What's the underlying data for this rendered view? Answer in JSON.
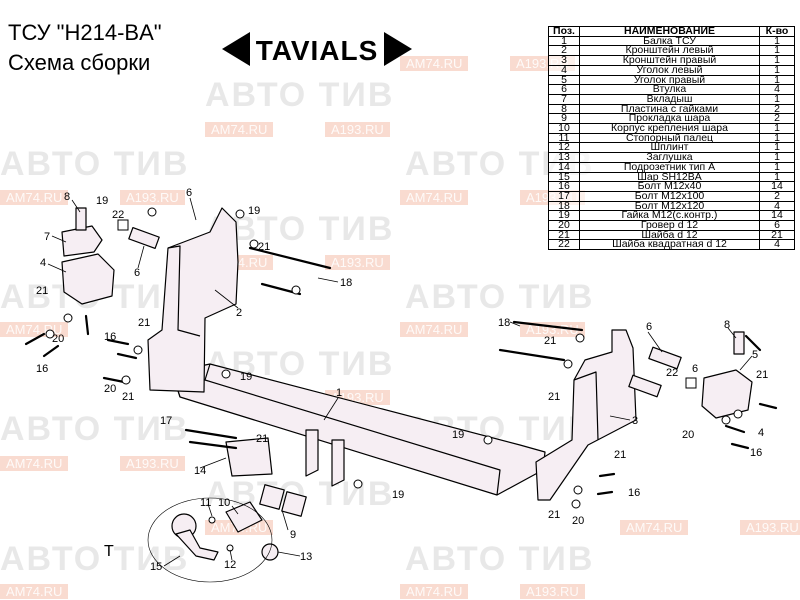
{
  "header": {
    "title": "ТСУ  \"H214-BA\"",
    "subtitle": "Схема сборки",
    "logo_text": "TAVIALS"
  },
  "watermark": {
    "brand": "АВТО ТИВ",
    "sub_labels": [
      "AM74.RU",
      "A193.RU"
    ]
  },
  "parts_table": {
    "headers": [
      "Поз.",
      "НАИМЕНОВАНИЕ",
      "К-во"
    ],
    "rows": [
      {
        "pos": "1",
        "name": "Балка ТСУ",
        "qty": "1"
      },
      {
        "pos": "2",
        "name": "Кронштейн левый",
        "qty": "1"
      },
      {
        "pos": "3",
        "name": "Кронштейн правый",
        "qty": "1"
      },
      {
        "pos": "4",
        "name": "Уголок левый",
        "qty": "1"
      },
      {
        "pos": "5",
        "name": "Уголок правый",
        "qty": "1"
      },
      {
        "pos": "6",
        "name": "Втулка",
        "qty": "4"
      },
      {
        "pos": "7",
        "name": "Вкладыш",
        "qty": "1"
      },
      {
        "pos": "8",
        "name": "Пластина с гайками",
        "qty": "2"
      },
      {
        "pos": "9",
        "name": "Прокладка шара",
        "qty": "2"
      },
      {
        "pos": "10",
        "name": "Корпус крепления шара",
        "qty": "1"
      },
      {
        "pos": "11",
        "name": "Стопорный палец",
        "qty": "1"
      },
      {
        "pos": "12",
        "name": "Шплинт",
        "qty": "1"
      },
      {
        "pos": "13",
        "name": "Заглушка",
        "qty": "1"
      },
      {
        "pos": "14",
        "name": "Подрозетник тип А",
        "qty": "1"
      },
      {
        "pos": "15",
        "name": "Шар SH12BA",
        "qty": "1"
      },
      {
        "pos": "16",
        "name": "Болт M12x40",
        "qty": "14"
      },
      {
        "pos": "17",
        "name": "Болт M12x100",
        "qty": "2"
      },
      {
        "pos": "18",
        "name": "Болт M12x120",
        "qty": "4"
      },
      {
        "pos": "19",
        "name": "Гайка M12(с.контр.)",
        "qty": "14"
      },
      {
        "pos": "20",
        "name": "Гровер d 12",
        "qty": "6"
      },
      {
        "pos": "21",
        "name": "Шайба d 12",
        "qty": "21"
      },
      {
        "pos": "22",
        "name": "Шайба квадратная d 12",
        "qty": "4"
      }
    ]
  },
  "callouts": {
    "c1": "1",
    "c2": "2",
    "c3": "3",
    "c4": "4",
    "c4b": "4",
    "c5": "5",
    "c6": "6",
    "c6b": "6",
    "c6c": "6",
    "c6d": "6",
    "c7": "7",
    "c8": "8",
    "c8b": "8",
    "c9": "9",
    "c10": "10",
    "c11": "11",
    "c12": "12",
    "c13": "13",
    "c14": "14",
    "c15": "15",
    "c16a": "16",
    "c16b": "16",
    "c16c": "16",
    "c16d": "16",
    "c17": "17",
    "c18a": "18",
    "c18b": "18",
    "c19a": "19",
    "c19b": "19",
    "c19c": "19",
    "c19d": "19",
    "c19e": "19",
    "c20a": "20",
    "c20b": "20",
    "c20c": "20",
    "c20d": "20",
    "c21a": "21",
    "c21b": "21",
    "c21c": "21",
    "c21d": "21",
    "c21e": "21",
    "c21f": "21",
    "c21g": "21",
    "c21h": "21",
    "c21i": "21",
    "c21j": "21",
    "c22a": "22",
    "c22b": "22",
    "cT": "T"
  },
  "colors": {
    "part_fill": "#f6eef3",
    "watermark_gray": "#bebebe",
    "watermark_peach": "#f2b096"
  }
}
